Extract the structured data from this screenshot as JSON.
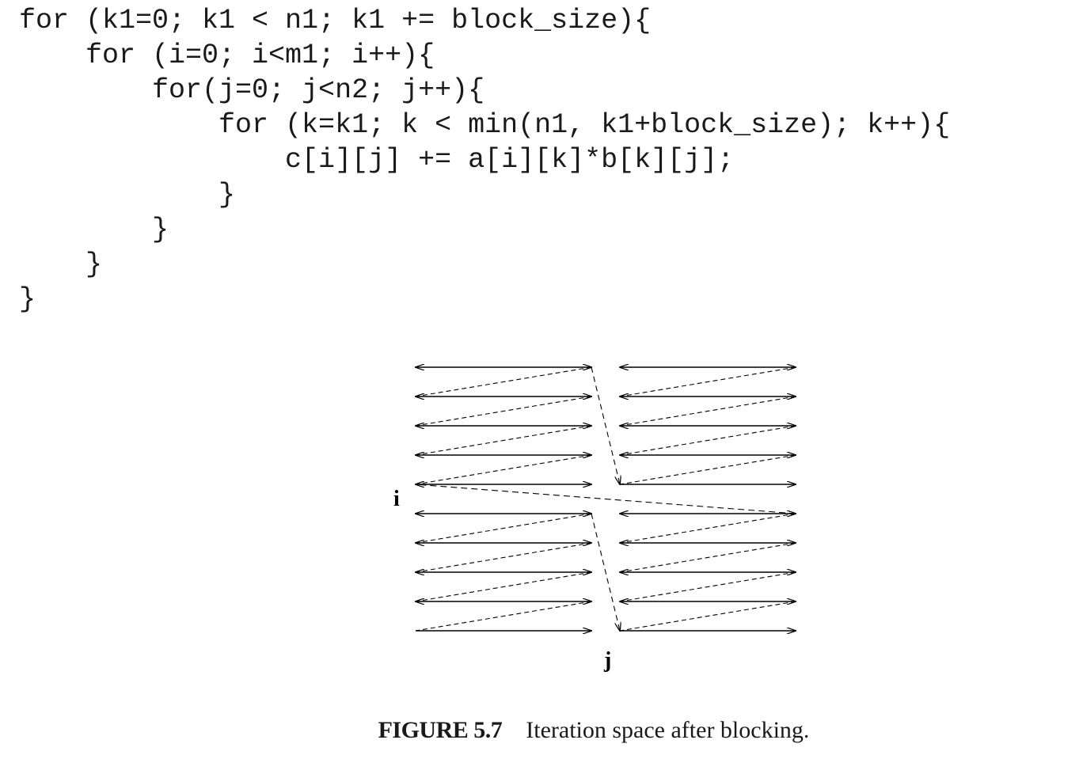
{
  "code_lines": [
    "for (k1=0; k1 < n1; k1 += block_size){",
    "    for (i=0; i<m1; i++){",
    "        for(j=0; j<n2; j++){",
    "            for (k=k1; k < min(n1, k1+block_size); k++){",
    "                c[i][j] += a[i][k]*b[k][j];",
    "            }",
    "        }",
    "    }",
    "}"
  ],
  "figure": {
    "axis_i": "i",
    "axis_j": "j",
    "blocks": 2,
    "rows_per_band": 5,
    "bands": 2
  },
  "caption": {
    "number": "FIGURE 5.7",
    "text": "Iteration space after blocking."
  }
}
